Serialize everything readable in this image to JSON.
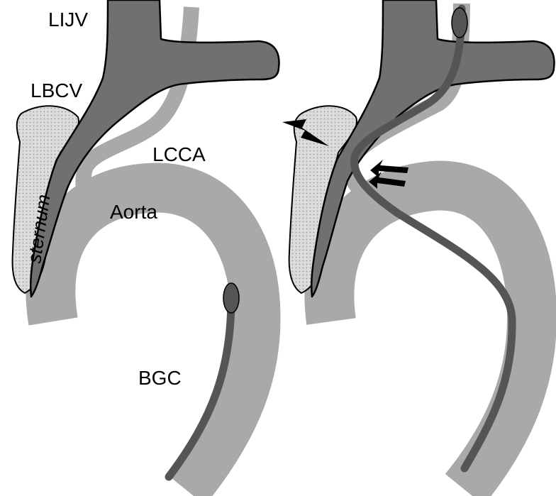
{
  "labels": {
    "lijv": "LIJV",
    "lbcv": "LBCV",
    "lcca": "LCCA",
    "aorta": "Aorta",
    "sternum": "sternum",
    "bgc": "BGC"
  },
  "colors": {
    "vein": "#707070",
    "artery": "#a9a9a9",
    "sternum": "#dcdcdc",
    "catheter": "#555555",
    "outline": "#000000"
  },
  "icons": {
    "impact": "lightning-bolt-icon",
    "push": "double-arrow-icon"
  }
}
